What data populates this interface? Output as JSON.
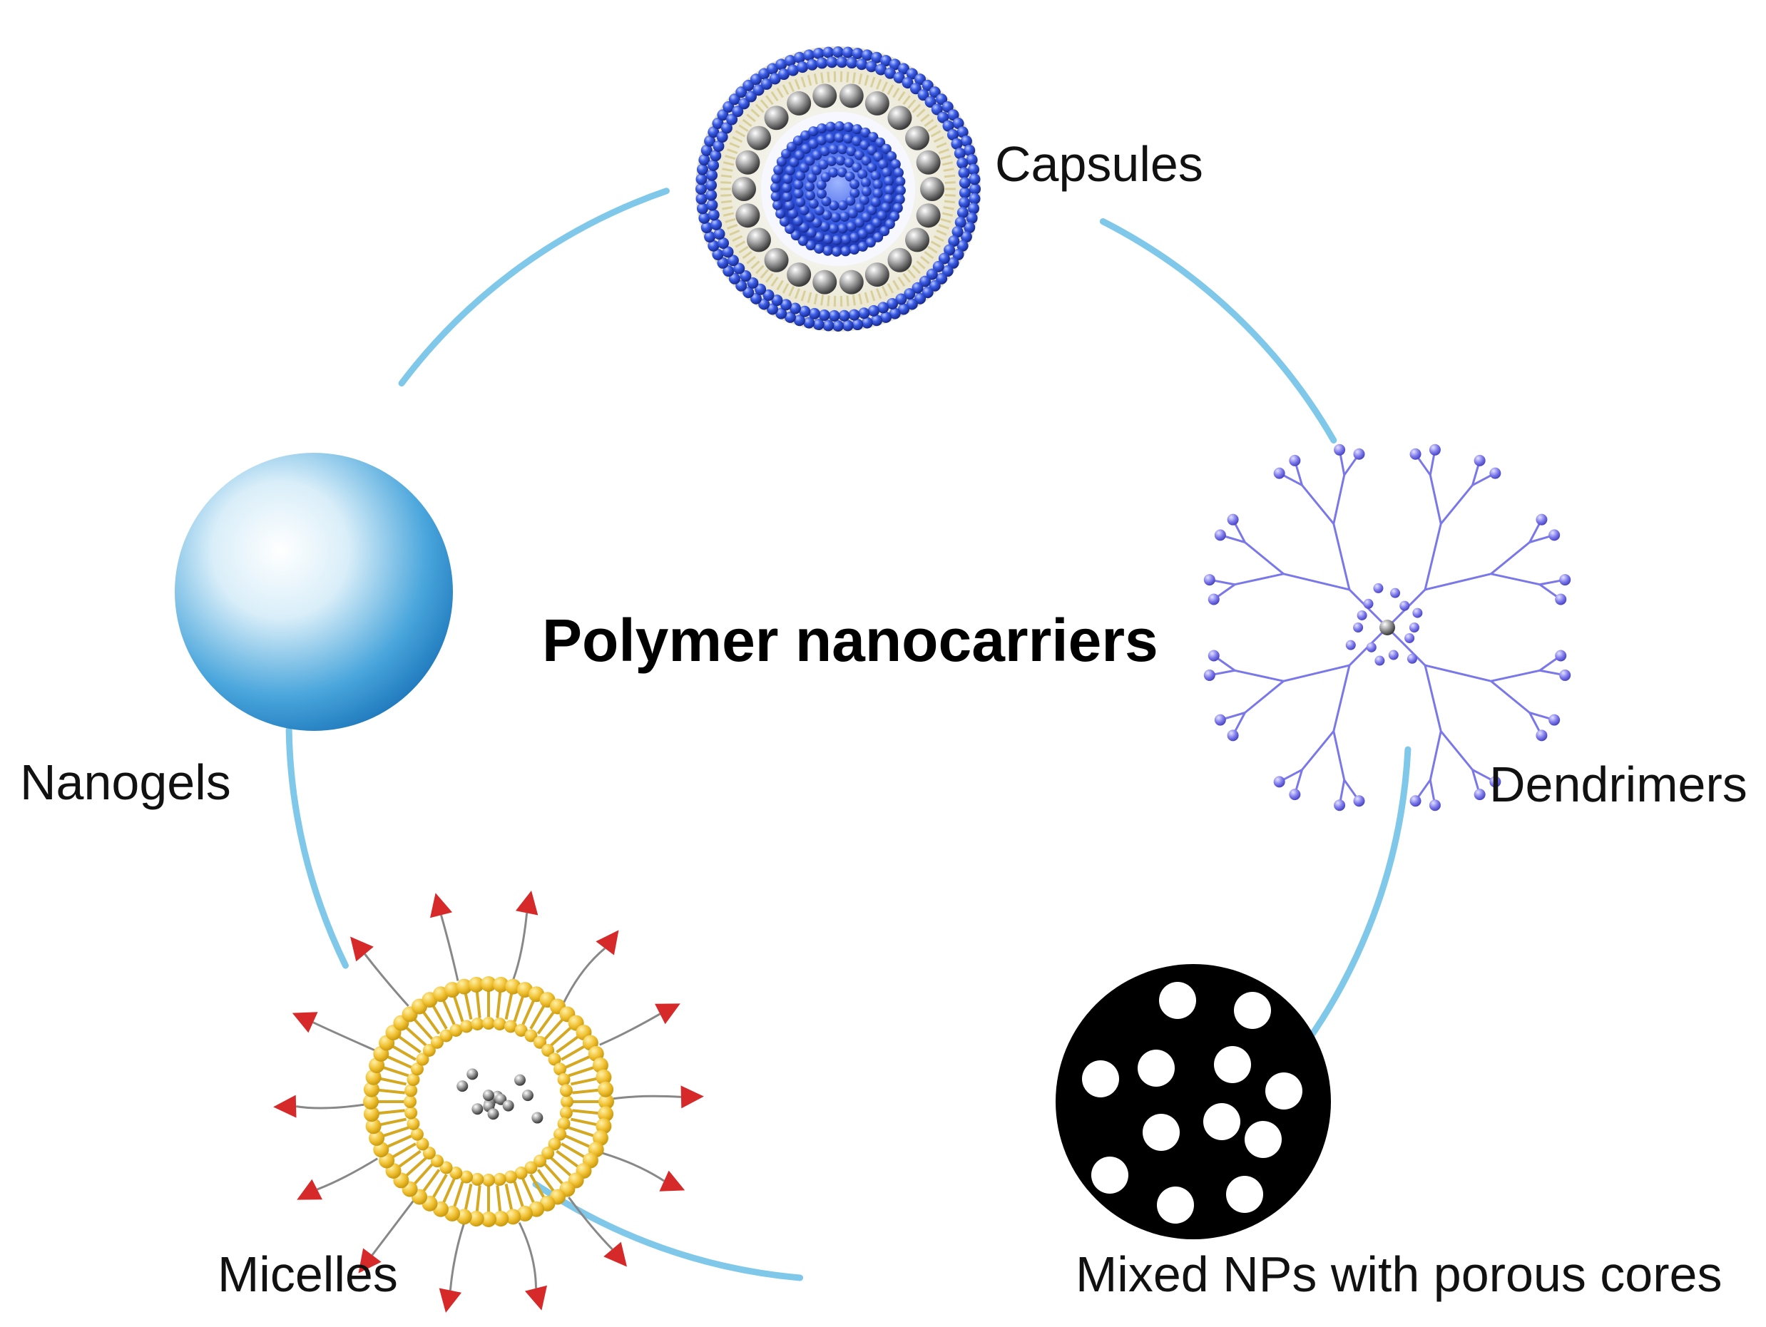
{
  "diagram": {
    "title": "Polymer nanocarriers",
    "ring_color": "#7fc8ea",
    "nodes": [
      {
        "id": "capsules",
        "label": "Capsules",
        "icon": "capsule-icon"
      },
      {
        "id": "dendrimers",
        "label": "Dendrimers",
        "icon": "dendrimer-icon"
      },
      {
        "id": "mixed",
        "label": "Mixed NPs with porous cores",
        "icon": "porous-core-icon"
      },
      {
        "id": "micelles",
        "label": "Micelles",
        "icon": "micelle-icon"
      },
      {
        "id": "nanogels",
        "label": "Nanogels",
        "icon": "nanogel-icon"
      }
    ]
  },
  "colors": {
    "capsule_blue": "#2f4fd8",
    "capsule_gray": "#8a8a8a",
    "nanogel_blue": "#2a8fd0",
    "nanogel_fiber": "#8b4a1c",
    "dendrimer": "#7a78e8",
    "micelle_yellow": "#f1c232",
    "micelle_arrow": "#d62a2a",
    "porous_black": "#000000"
  }
}
